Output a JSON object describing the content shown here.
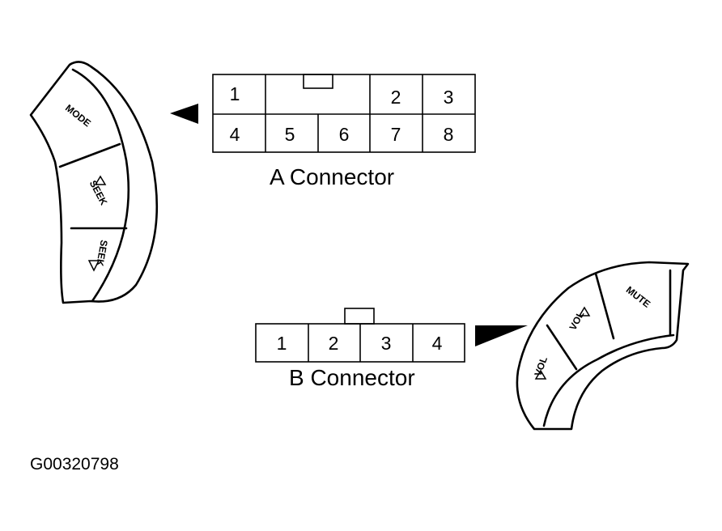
{
  "connector_a": {
    "caption": "A Connector",
    "pins_top": [
      "1",
      "2",
      "3"
    ],
    "pins_bottom": [
      "4",
      "5",
      "6",
      "7",
      "8"
    ]
  },
  "connector_b": {
    "caption": "B Connector",
    "pins": [
      "1",
      "2",
      "3",
      "4"
    ]
  },
  "left_switch": {
    "buttons": [
      "MODE",
      "SEEK",
      "SEEK"
    ]
  },
  "right_switch": {
    "buttons": [
      "VOL",
      "VOL",
      "MUTE"
    ]
  },
  "figure_code": "G00320798"
}
